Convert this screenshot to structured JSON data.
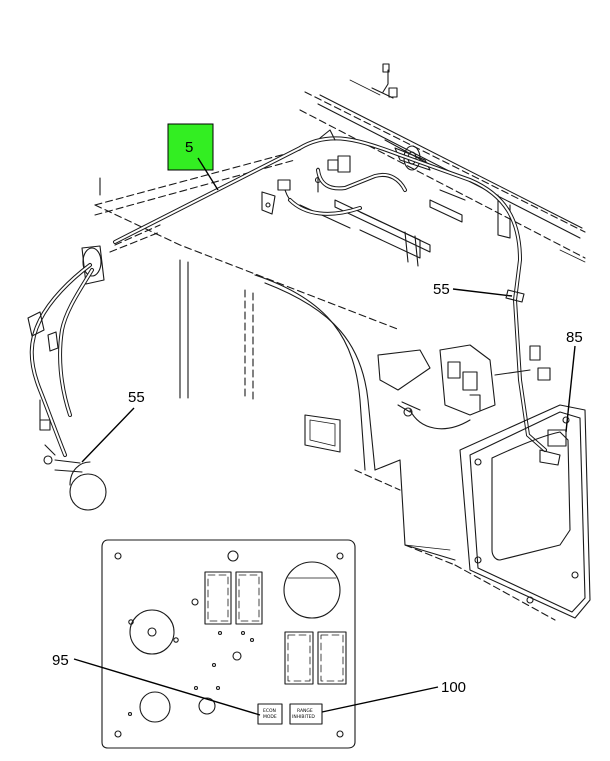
{
  "diagram": {
    "callouts": {
      "highlight": {
        "label": "5",
        "color": "#33ee22"
      },
      "c55_right": {
        "label": "55"
      },
      "c85": {
        "label": "85"
      },
      "c55_left": {
        "label": "55"
      },
      "c95": {
        "label": "95"
      },
      "c100": {
        "label": "100"
      }
    },
    "panel_labels": {
      "econ_mode_line1": "ECON",
      "econ_mode_line2": "MODE",
      "right_switch_line1": "RANGE",
      "right_switch_line2": "INHIBITED"
    }
  }
}
